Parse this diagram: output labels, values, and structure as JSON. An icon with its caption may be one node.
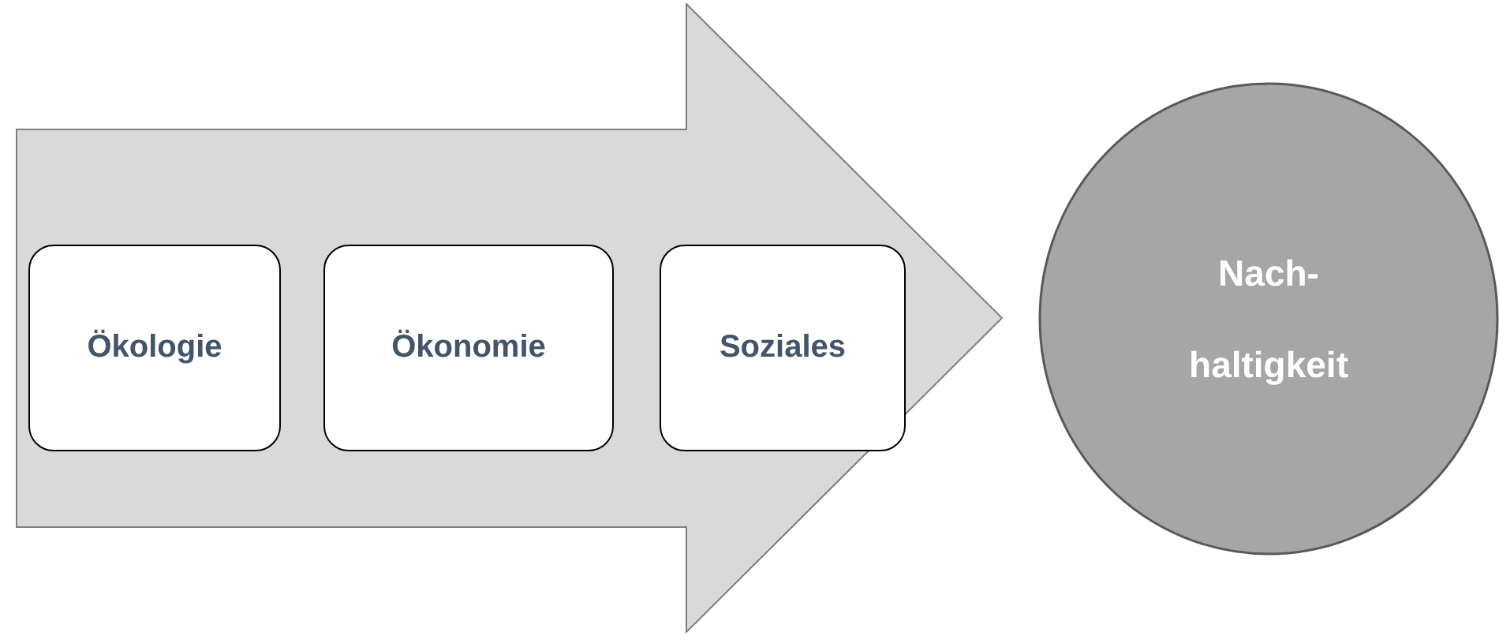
{
  "diagram": {
    "nodes": [
      {
        "text": [],
        "shape": "arrow"
      },
      {
        "text": [
          "Ökologie"
        ],
        "in": 0
      },
      {
        "text": [
          "Ökonomie"
        ],
        "in": 0
      },
      {
        "text": [
          "Soziales"
        ],
        "in": 0
      },
      {
        "text": [
          "Nach- haltigkeit"
        ]
      }
    ]
  }
}
